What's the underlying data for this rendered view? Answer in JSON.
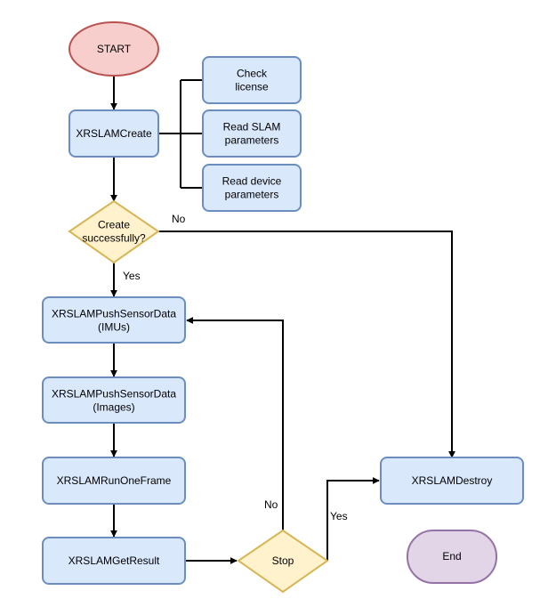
{
  "colors": {
    "start_fill": "#f8cecc",
    "start_stroke": "#b85450",
    "process_fill": "#dae8fc",
    "process_stroke": "#6c8ebf",
    "decision_fill": "#fff2cc",
    "decision_stroke": "#d6b656",
    "end_fill": "#e1d5e7",
    "end_stroke": "#9673a6",
    "edge": "#000000"
  },
  "nodes": {
    "start": {
      "lines": [
        "START"
      ]
    },
    "create": {
      "lines": [
        "XRSLAMCreate"
      ]
    },
    "check_license": {
      "lines": [
        "Check",
        "license"
      ]
    },
    "read_slam": {
      "lines": [
        "Read SLAM",
        "parameters"
      ]
    },
    "read_device": {
      "lines": [
        "Read device",
        "parameters"
      ]
    },
    "create_ok": {
      "lines": [
        "Create",
        "successfully?"
      ]
    },
    "push_imu": {
      "lines": [
        "XRSLAMPushSensorData",
        "(IMUs)"
      ]
    },
    "push_images": {
      "lines": [
        "XRSLAMPushSensorData",
        "(Images)"
      ]
    },
    "run_frame": {
      "lines": [
        "XRSLAMRunOneFrame"
      ]
    },
    "get_result": {
      "lines": [
        "XRSLAMGetResult"
      ]
    },
    "stop": {
      "lines": [
        "Stop"
      ]
    },
    "destroy": {
      "lines": [
        "XRSLAMDestroy"
      ]
    },
    "end": {
      "lines": [
        "End"
      ]
    }
  },
  "edge_labels": {
    "create_no": "No",
    "create_yes": "Yes",
    "stop_no": "No",
    "stop_yes": "Yes"
  }
}
